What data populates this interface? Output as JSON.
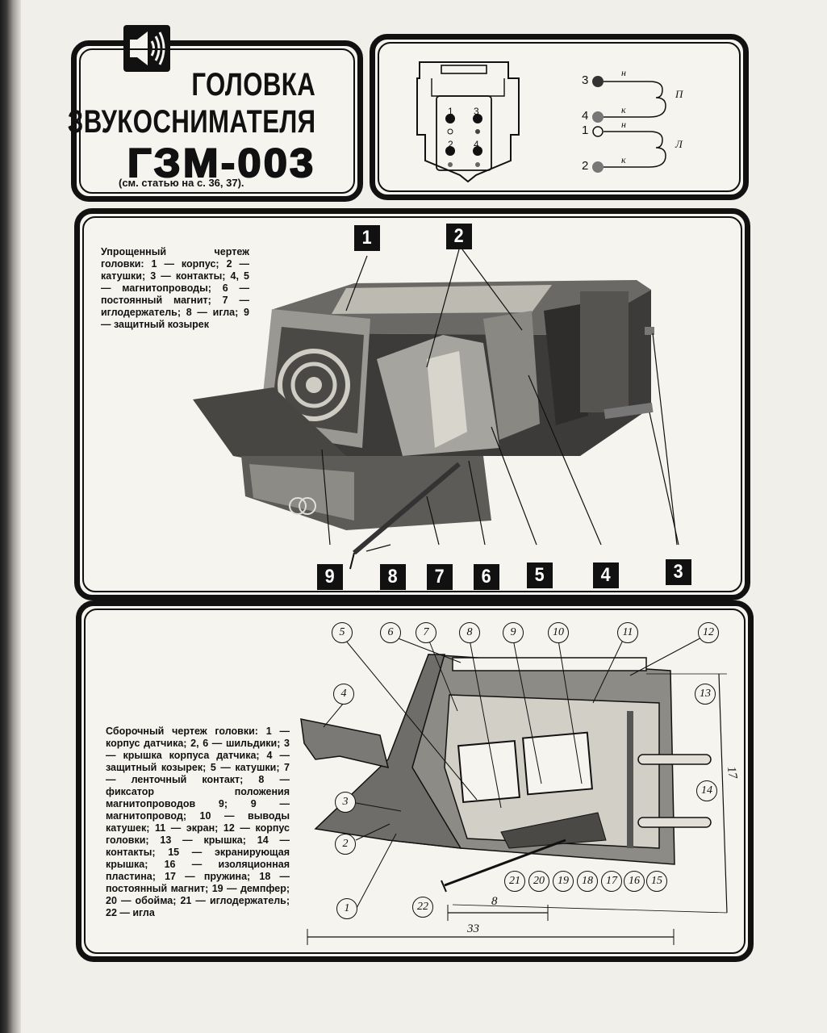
{
  "header": {
    "title_line1": "ГОЛОВКА",
    "title_line2": "ЗВУКОСНИМАТЕЛЯ",
    "model": "ГЗМ-003",
    "reference": "(см. статью на с. 36, 37).",
    "badge_icon": "speaker-icon"
  },
  "wiring": {
    "connector_pins": [
      "1",
      "3",
      "2",
      "4"
    ],
    "terminals": [
      {
        "number": "3",
        "end_label": "н",
        "coil": "П"
      },
      {
        "number": "4",
        "end_label": "к",
        "coil": "П"
      },
      {
        "number": "1",
        "end_label": "н",
        "coil": "Л"
      },
      {
        "number": "2",
        "end_label": "к",
        "coil": "Л"
      }
    ],
    "coil_right": "П",
    "coil_left": "Л"
  },
  "photo_figure": {
    "caption": "Упрощенный чертеж головки: 1 — корпус; 2 — катушки; 3 — контакты; 4, 5 — магнитопроводы; 6 — постоянный магнит; 7 — иглодержатель; 8 — игла; 9 — защитный козырек",
    "callouts": [
      "1",
      "2",
      "9",
      "8",
      "7",
      "6",
      "5",
      "4",
      "3"
    ]
  },
  "assembly_figure": {
    "caption": "Сборочный чертеж головки: 1 — корпус датчика; 2, 6 — шильдики; 3 — крышка корпуса датчика; 4 — защитный козырек; 5 — катушки; 7 — ленточный контакт; 8 — фиксатор положения магнитопроводов 9; 9 — магнитопровод; 10 — выводы катушек; 11 — экран; 12 — корпус головки; 13 — крышка; 14 — контакты; 15 — экранирующая крышка; 16 — изоляционная пластина; 17 — пружина; 18 — постоянный магнит; 19 — демпфер; 20 — обойма; 21 — иглодержатель; 22 — игла",
    "top_labels": [
      "5",
      "6",
      "7",
      "8",
      "9",
      "10",
      "11",
      "12"
    ],
    "side_labels": [
      "4",
      "3",
      "2",
      "1",
      "13",
      "14"
    ],
    "bottom_labels": [
      "22",
      "21",
      "20",
      "19",
      "18",
      "17",
      "16",
      "15"
    ],
    "dimensions": {
      "depth": "8",
      "length": "33",
      "height": "17"
    }
  },
  "colors": {
    "ink": "#111111",
    "paper": "#f6f4ef",
    "mid_gray": "#8d8b86",
    "dark_gray": "#4a4946"
  }
}
